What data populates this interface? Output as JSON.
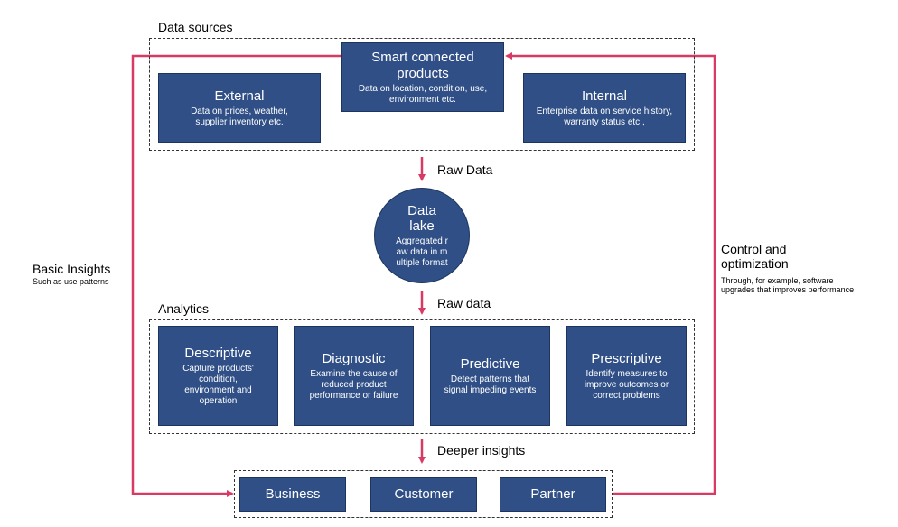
{
  "colors": {
    "box": "#2f4f86",
    "arrow": "#d83a64"
  },
  "sections": {
    "data_sources": "Data sources",
    "analytics": "Analytics"
  },
  "sources": {
    "smart": {
      "title": "Smart connected products",
      "desc": "Data on location, condition, use, environment etc."
    },
    "external": {
      "title": "External",
      "desc": "Data on prices, weather, supplier inventory etc."
    },
    "internal": {
      "title": "Internal",
      "desc": "Enterprise data on service history, warranty status etc.,"
    }
  },
  "flows": {
    "raw_data_1": "Raw Data",
    "raw_data_2": "Raw data",
    "deeper": "Deeper insights"
  },
  "lake": {
    "title": "Data lake",
    "desc": "Aggregated raw data in multiple format"
  },
  "analytics": [
    {
      "title": "Descriptive",
      "desc": "Capture products' condition, environment and operation"
    },
    {
      "title": "Diagnostic",
      "desc": "Examine the cause of reduced product performance or failure"
    },
    {
      "title": "Predictive",
      "desc": "Detect patterns that signal impeding events"
    },
    {
      "title": "Prescriptive",
      "desc": "Identify measures to improve outcomes or correct problems"
    }
  ],
  "outputs": [
    "Business",
    "Customer",
    "Partner"
  ],
  "left_loop": {
    "title": "Basic Insights",
    "desc": "Such as use patterns"
  },
  "right_loop": {
    "title": "Control and optimization",
    "desc": "Through, for example, software upgrades that improves performance"
  }
}
